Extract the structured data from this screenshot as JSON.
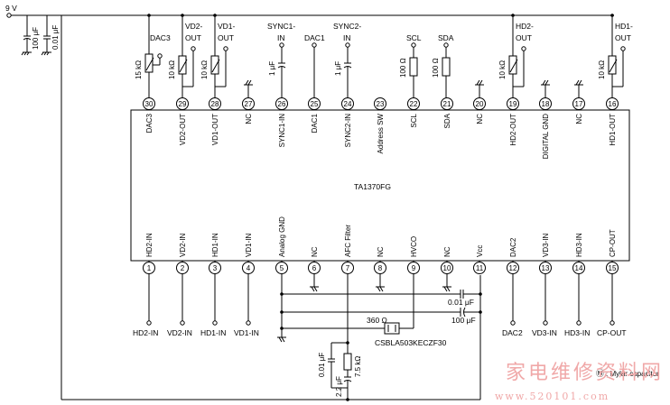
{
  "supply": {
    "label": "9 V",
    "cap1": "100 μF",
    "cap2": "0.01 μF"
  },
  "chip": {
    "name": "TA1370FG"
  },
  "top_pins": [
    {
      "num": "30",
      "label": "DAC3"
    },
    {
      "num": "29",
      "label": "VD2-OUT"
    },
    {
      "num": "28",
      "label": "VD1-OUT"
    },
    {
      "num": "27",
      "label": "NC"
    },
    {
      "num": "26",
      "label": "SYNC1-IN"
    },
    {
      "num": "25",
      "label": "DAC1"
    },
    {
      "num": "24",
      "label": "SYNC2-IN"
    },
    {
      "num": "23",
      "label": "Address SW"
    },
    {
      "num": "22",
      "label": "SCL"
    },
    {
      "num": "21",
      "label": "SDA"
    },
    {
      "num": "20",
      "label": "NC"
    },
    {
      "num": "19",
      "label": "HD2-OUT"
    },
    {
      "num": "18",
      "label": "DIGITAL GND"
    },
    {
      "num": "17",
      "label": "NC"
    },
    {
      "num": "16",
      "label": "HD1-OUT"
    }
  ],
  "bottom_pins": [
    {
      "num": "1",
      "label": "HD2-IN"
    },
    {
      "num": "2",
      "label": "VD2-IN"
    },
    {
      "num": "3",
      "label": "HD1-IN"
    },
    {
      "num": "4",
      "label": "VD1-IN"
    },
    {
      "num": "5",
      "label": "Analog GND"
    },
    {
      "num": "6",
      "label": "NC"
    },
    {
      "num": "7",
      "label": "AFC Filter"
    },
    {
      "num": "8",
      "label": "NC"
    },
    {
      "num": "9",
      "label": "HVCO"
    },
    {
      "num": "10",
      "label": "NC"
    },
    {
      "num": "11",
      "label": "Vcc"
    },
    {
      "num": "12",
      "label": "DAC2"
    },
    {
      "num": "13",
      "label": "VD3-IN"
    },
    {
      "num": "14",
      "label": "HD3-IN"
    },
    {
      "num": "15",
      "label": "CP-OUT"
    }
  ],
  "top_terminals": {
    "dac3": "DAC3",
    "vd2_out": [
      "VD2-",
      "OUT"
    ],
    "vd1_out": [
      "VD1-",
      "OUT"
    ],
    "sync1_in": [
      "SYNC1-",
      "IN"
    ],
    "dac1": "DAC1",
    "sync2_in": [
      "SYNC2-",
      "IN"
    ],
    "scl": "SCL",
    "sda": "SDA",
    "hd2_out": [
      "HD2-",
      "OUT"
    ],
    "hd1_out": [
      "HD1-",
      "OUT"
    ]
  },
  "top_components": {
    "r30": "15 kΩ",
    "r29": "10 kΩ",
    "r28": "10 kΩ",
    "c26": "1 μF",
    "c24": "1 μF",
    "r22": "100 Ω",
    "r21": "100 Ω",
    "r19": "10 kΩ",
    "r16": "10 kΩ"
  },
  "bottom_terminals": {
    "hd2_in": "HD2-IN",
    "vd2_in": "VD2-IN",
    "hd1_in": "HD1-IN",
    "vd1_in": "VD1-IN",
    "dac2": "DAC2",
    "vd3_in": "VD3-IN",
    "hd3_in": "HD3-IN",
    "cp_out": "CP-OUT"
  },
  "bottom_components": {
    "c_vcc1": "0.01 μF",
    "c_vcc2": "100 μF",
    "r_hvco": "360 Ω",
    "resonator": "CSBLA503KECZF30",
    "c_afc1": "0.01 μF",
    "r_afc": "7.5 kΩ",
    "c_afc2": "2.2 μF"
  },
  "legend": {
    "symbol": "Ⓜ",
    "text": ": Mylar capacitor"
  },
  "watermark": {
    "chinese": "家电维修资料网",
    "url": "www.520101.com"
  }
}
